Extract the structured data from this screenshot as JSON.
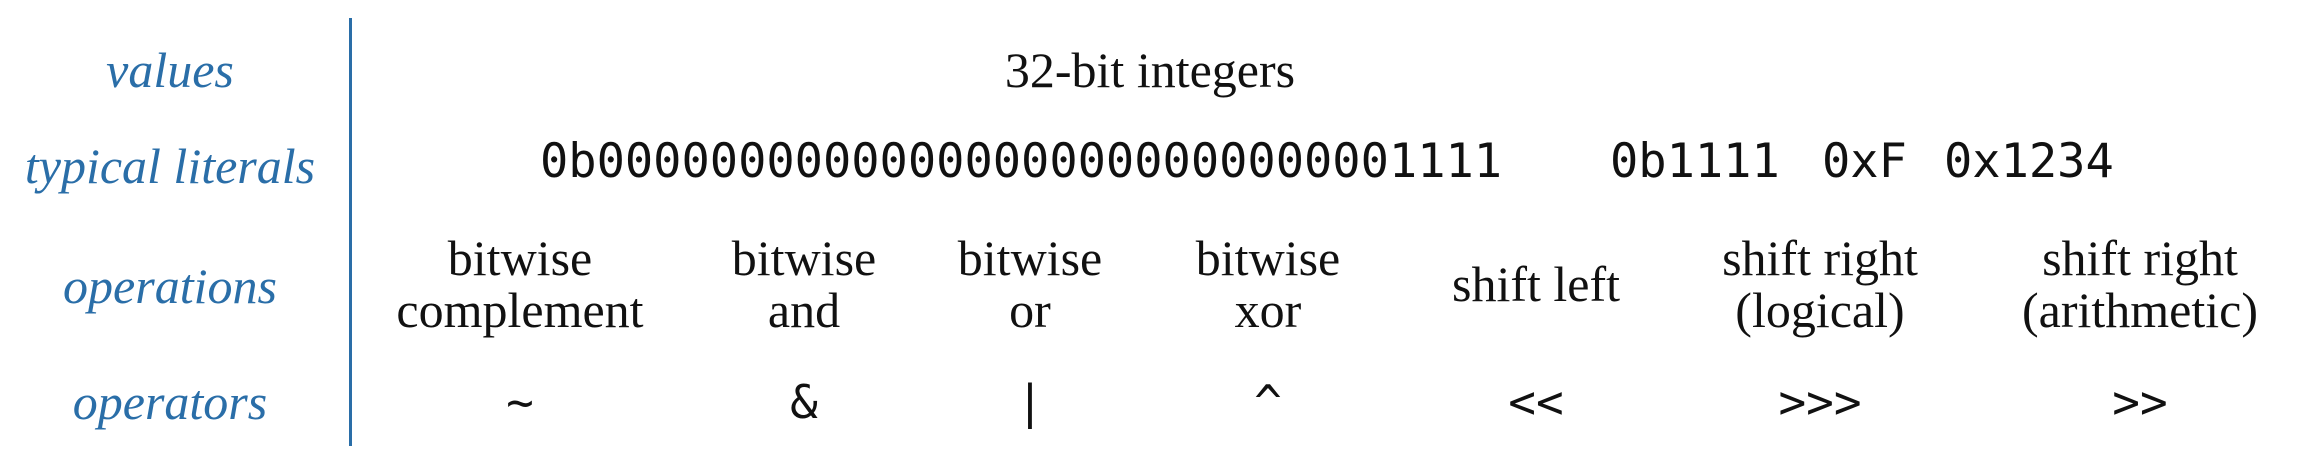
{
  "labels": {
    "values": "values",
    "typical_literals": "typical literals",
    "operations": "operations",
    "operators": "operators"
  },
  "values_text": "32-bit integers",
  "literals": [
    "0b00000000000000000000000000001111",
    "0b1111",
    "0xF",
    "0x1234"
  ],
  "operations": [
    {
      "line1": "bitwise",
      "line2": "complement",
      "operator": "~"
    },
    {
      "line1": "bitwise",
      "line2": "and",
      "operator": "&"
    },
    {
      "line1": "bitwise",
      "line2": "or",
      "operator": "|"
    },
    {
      "line1": "bitwise",
      "line2": "xor",
      "operator": "^"
    },
    {
      "line1": "shift left",
      "line2": "",
      "operator": "<<"
    },
    {
      "line1": "shift right",
      "line2": "(logical)",
      "operator": ">>>"
    },
    {
      "line1": "shift right",
      "line2": "(arithmetic)",
      "operator": ">>"
    }
  ],
  "colors": {
    "label": "#2a6ea8",
    "text": "#111111"
  }
}
